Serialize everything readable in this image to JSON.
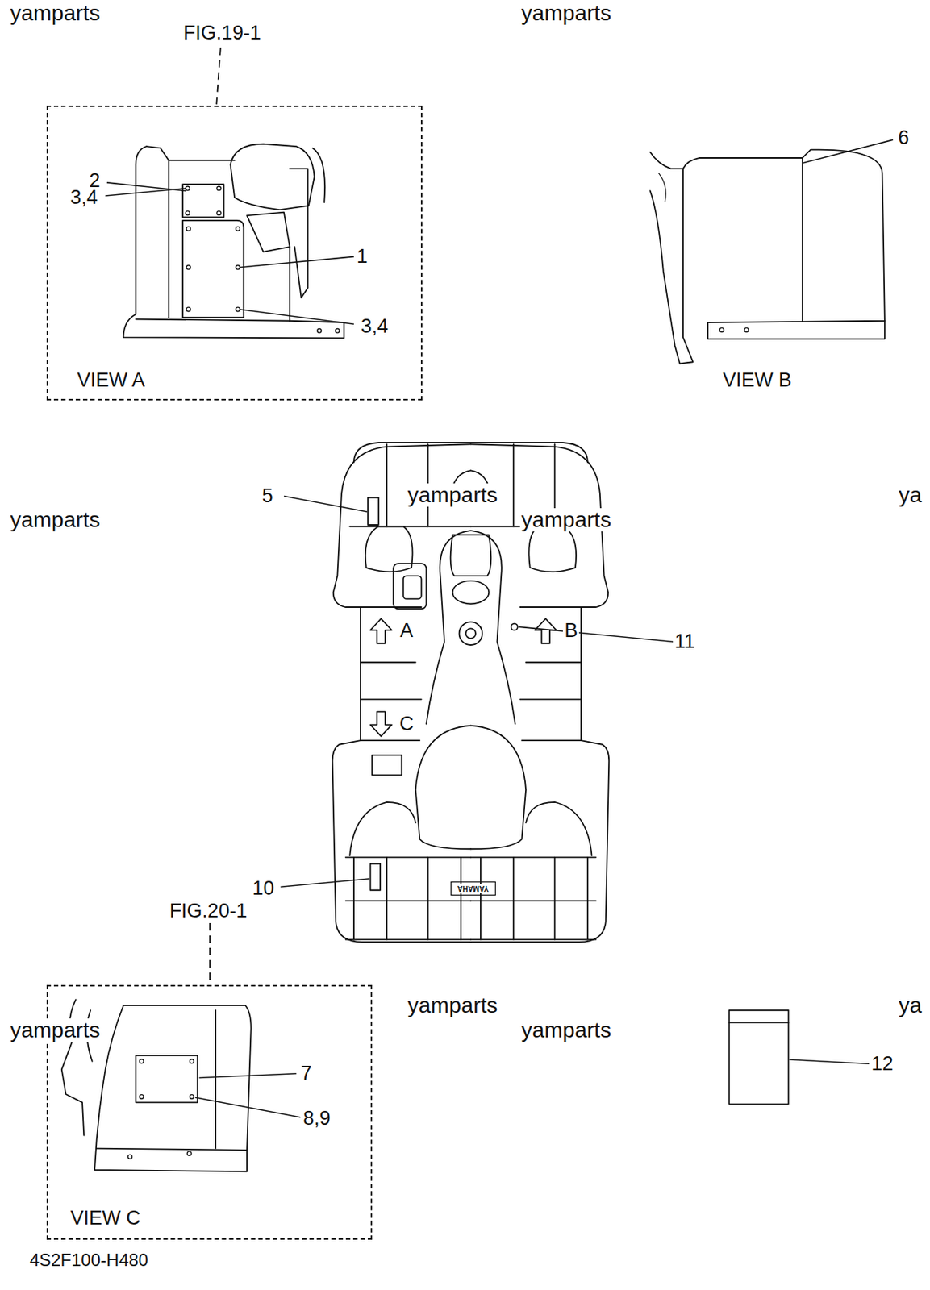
{
  "diagram": {
    "nodes": [
      {
        "text": [
          "FIG.19-1",
          "VIEW A"
        ]
      },
      {
        "text": [
          "FIG.20-1",
          "VIEW C"
        ]
      }
    ],
    "labels": [
      "yamparts",
      "yamparts",
      "2",
      "3,4",
      "1",
      "6",
      "3,4",
      "VIEW B",
      "5",
      "yamparts",
      "ya",
      "yamparts",
      "yamparts",
      "A",
      "B",
      "11",
      "C",
      "YAMAHA",
      "10",
      "yamparts",
      "ya",
      "yamparts",
      "yamparts",
      "12",
      "7",
      "8,9",
      "4S2F100-H480"
    ]
  }
}
